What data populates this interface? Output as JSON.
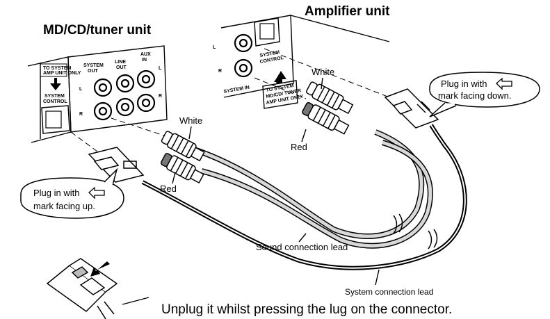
{
  "titles": {
    "md_unit": "MD/CD/tuner unit",
    "amp_unit": "Amplifier unit"
  },
  "md_panel": {
    "system_out": [
      "SYSTEM",
      "OUT"
    ],
    "line_out": [
      "LINE",
      "OUT"
    ],
    "aux_in": [
      "AUX",
      "IN"
    ],
    "l": "L",
    "r": "R",
    "system_control": [
      "SYSTEM",
      "CONTROL"
    ],
    "sticker": [
      "TO SYSTEM",
      "AMP UNIT ONLY"
    ]
  },
  "amp_panel": {
    "system_in": "SYSTEM IN",
    "l": "L",
    "r": "R",
    "system_control": [
      "SYSTEM",
      "CONTROL"
    ],
    "sticker": [
      "TO SYSTEM",
      "MD/CD/ TUNER",
      "AMP UNIT ONLY"
    ]
  },
  "labels": {
    "white_left": "White",
    "red_left": "Red",
    "white_right": "White",
    "red_right": "Red",
    "sound_lead": "Sound connection lead",
    "system_lead": "System connection lead"
  },
  "callouts": {
    "left": [
      "Plug in with",
      "mark facing up."
    ],
    "right": [
      "Plug in with",
      "mark facing down."
    ]
  },
  "icons": {
    "arrow_outline": "left-arrow-outline-icon",
    "press_arrow": "down-left-arrow-icon"
  },
  "footer": "Unplug it whilst pressing the lug on the connector."
}
